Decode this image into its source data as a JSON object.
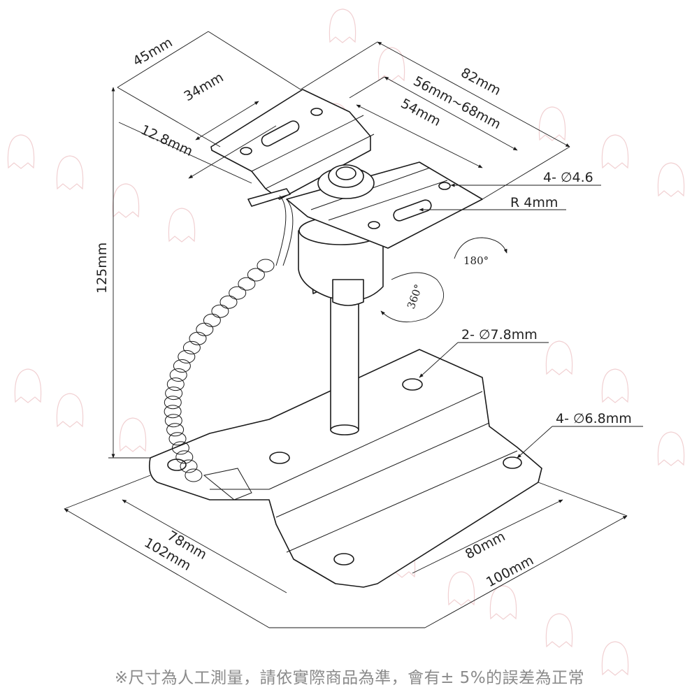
{
  "dimensions": {
    "top_length": "82mm",
    "top_width": "45mm",
    "slot_spacing": "34mm",
    "slot_width": "12.8mm",
    "adjust_range": "56mm~68mm",
    "plate_spacing": "54mm",
    "top_holes": "4- ∅4.6",
    "slot_radius": "R 4mm",
    "height": "125mm",
    "base_holes_center": "2- ∅7.8mm",
    "base_holes_corner": "4- ∅6.8mm",
    "base_inner_width": "78mm",
    "base_width": "102mm",
    "base_inner_length": "80mm",
    "base_length": "100mm"
  },
  "rotation": {
    "tilt": "180°",
    "swivel": "360°"
  },
  "footnote": "※尺寸為人工測量，請依實際商品為準，會有± 5%的誤差為正常",
  "colors": {
    "line": "#1a1a1a",
    "watermark": "#e6a9ad",
    "footnote": "#8a8a8a"
  }
}
